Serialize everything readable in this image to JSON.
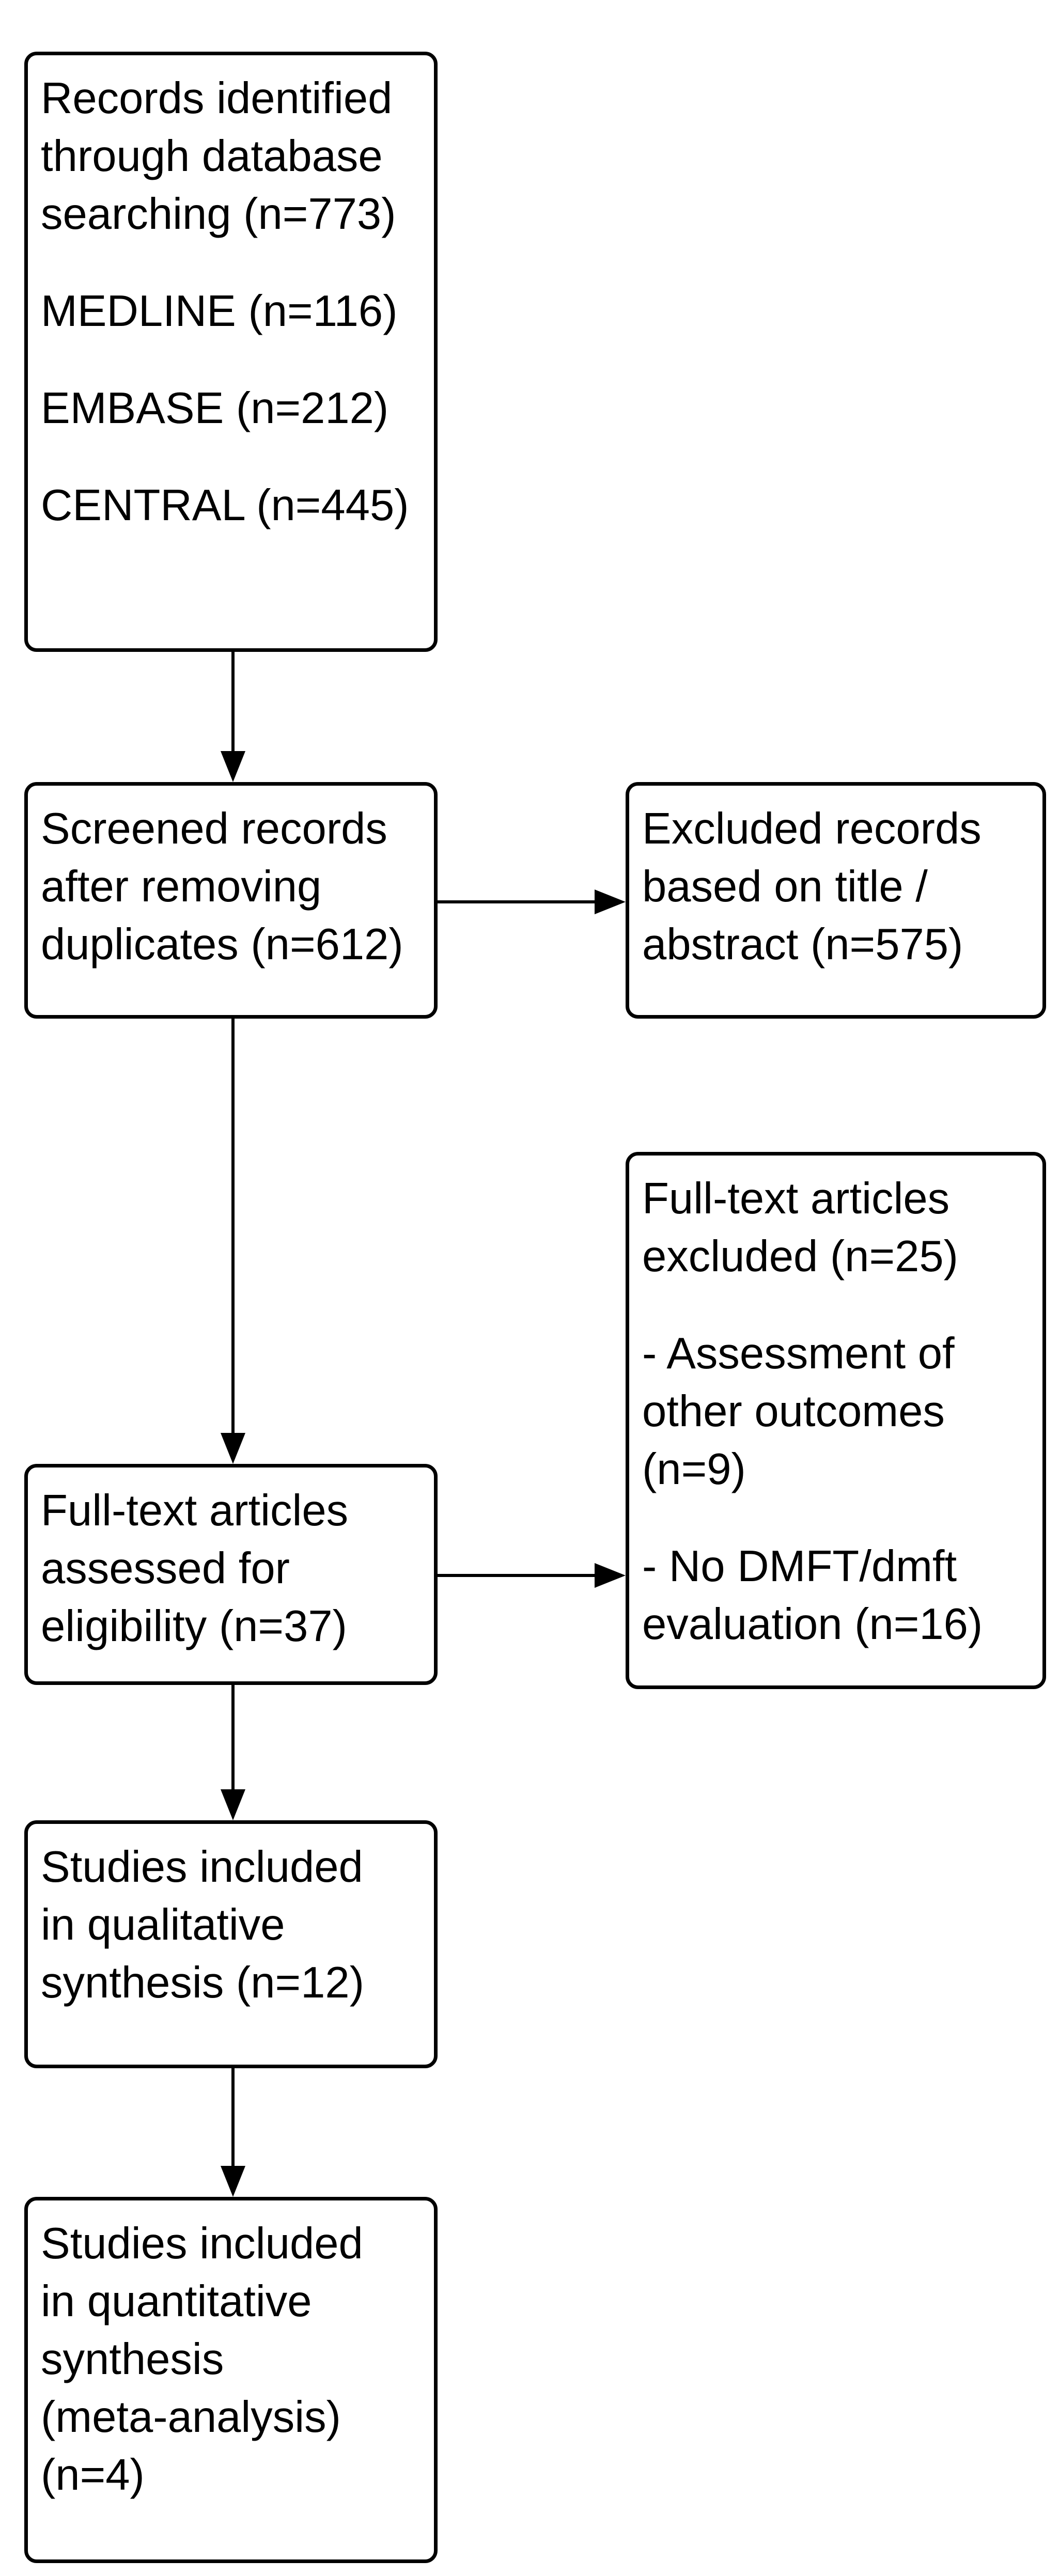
{
  "boxes": {
    "identified": {
      "paragraphs": [
        "Records identified\nthrough database\nsearching (n=773)",
        "MEDLINE (n=116)",
        "EMBASE (n=212)",
        "CENTRAL (n=445)"
      ]
    },
    "screened": {
      "paragraphs": [
        "Screened records\nafter removing\nduplicates (n=612)"
      ]
    },
    "excluded_title_abstract": {
      "paragraphs": [
        "Excluded records\nbased on title /\nabstract (n=575)"
      ]
    },
    "fulltext_assessed": {
      "paragraphs": [
        "Full-text articles\nassessed for\neligibility (n=37)"
      ]
    },
    "fulltext_excluded": {
      "paragraphs": [
        "Full-text articles\nexcluded (n=25)",
        "- Assessment of\nother outcomes\n(n=9)",
        "- No DMFT/dmft\nevaluation (n=16)"
      ]
    },
    "qualitative": {
      "paragraphs": [
        "Studies included\nin qualitative\nsynthesis (n=12)"
      ]
    },
    "quantitative": {
      "paragraphs": [
        "Studies included\nin quantitative\nsynthesis\n(meta-analysis)\n(n=4)"
      ]
    }
  },
  "colors": {
    "background": "#ffffff",
    "border": "#000000",
    "text": "#000000",
    "arrow": "#000000"
  }
}
